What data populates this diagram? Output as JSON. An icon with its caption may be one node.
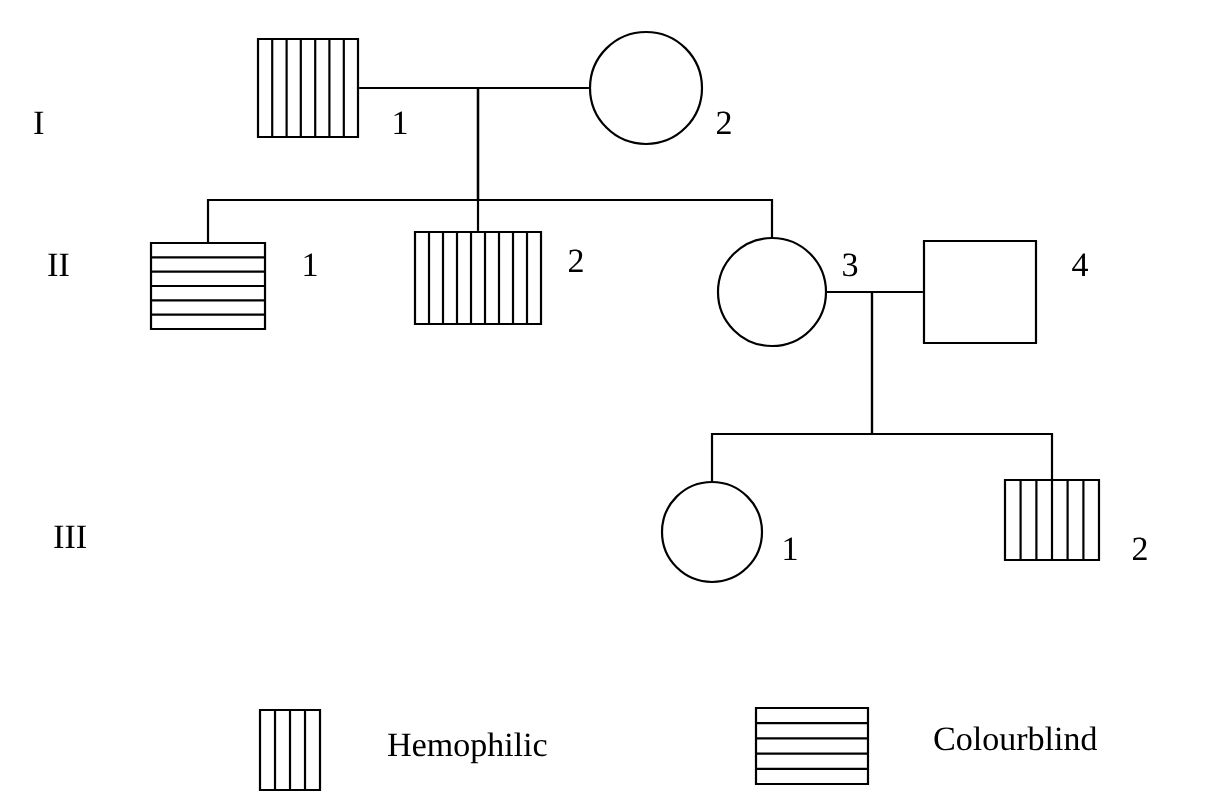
{
  "diagram": {
    "nodes": [
      {
        "text": [],
        "shape": "box",
        "beside": [
          "1"
        ]
      },
      {
        "text": [],
        "shape": "circle",
        "beside": [
          "2"
        ]
      },
      {
        "text": [],
        "shape": "box",
        "beside": [
          "1"
        ]
      },
      {
        "text": [],
        "shape": "box",
        "beside": [
          "2"
        ]
      },
      {
        "text": [],
        "shape": "circle",
        "beside": [
          "3"
        ]
      },
      {
        "text": [],
        "shape": "box",
        "beside": [
          "4"
        ]
      },
      {
        "text": [],
        "shape": "circle",
        "beside": [
          "1"
        ]
      },
      {
        "text": [],
        "shape": "box",
        "beside": [
          "2"
        ]
      }
    ],
    "edges": [
      {
        "from": 0,
        "to": 1,
        "arrow": "none"
      },
      {
        "from": null,
        "to": 2,
        "arrow": "none"
      },
      {
        "from": null,
        "to": 3,
        "arrow": "none"
      },
      {
        "from": null,
        "to": 4,
        "arrow": "none"
      },
      {
        "from": 4,
        "to": 5,
        "arrow": "none"
      },
      {
        "from": 4,
        "to": 6,
        "arrow": "none"
      },
      {
        "from": 4,
        "to": 7,
        "arrow": "none"
      }
    ],
    "labels": [
      "I",
      "II",
      "III"
    ],
    "legend": [
      {
        "text": "Hemophilic"
      },
      {
        "text": "Colourblind"
      }
    ]
  }
}
